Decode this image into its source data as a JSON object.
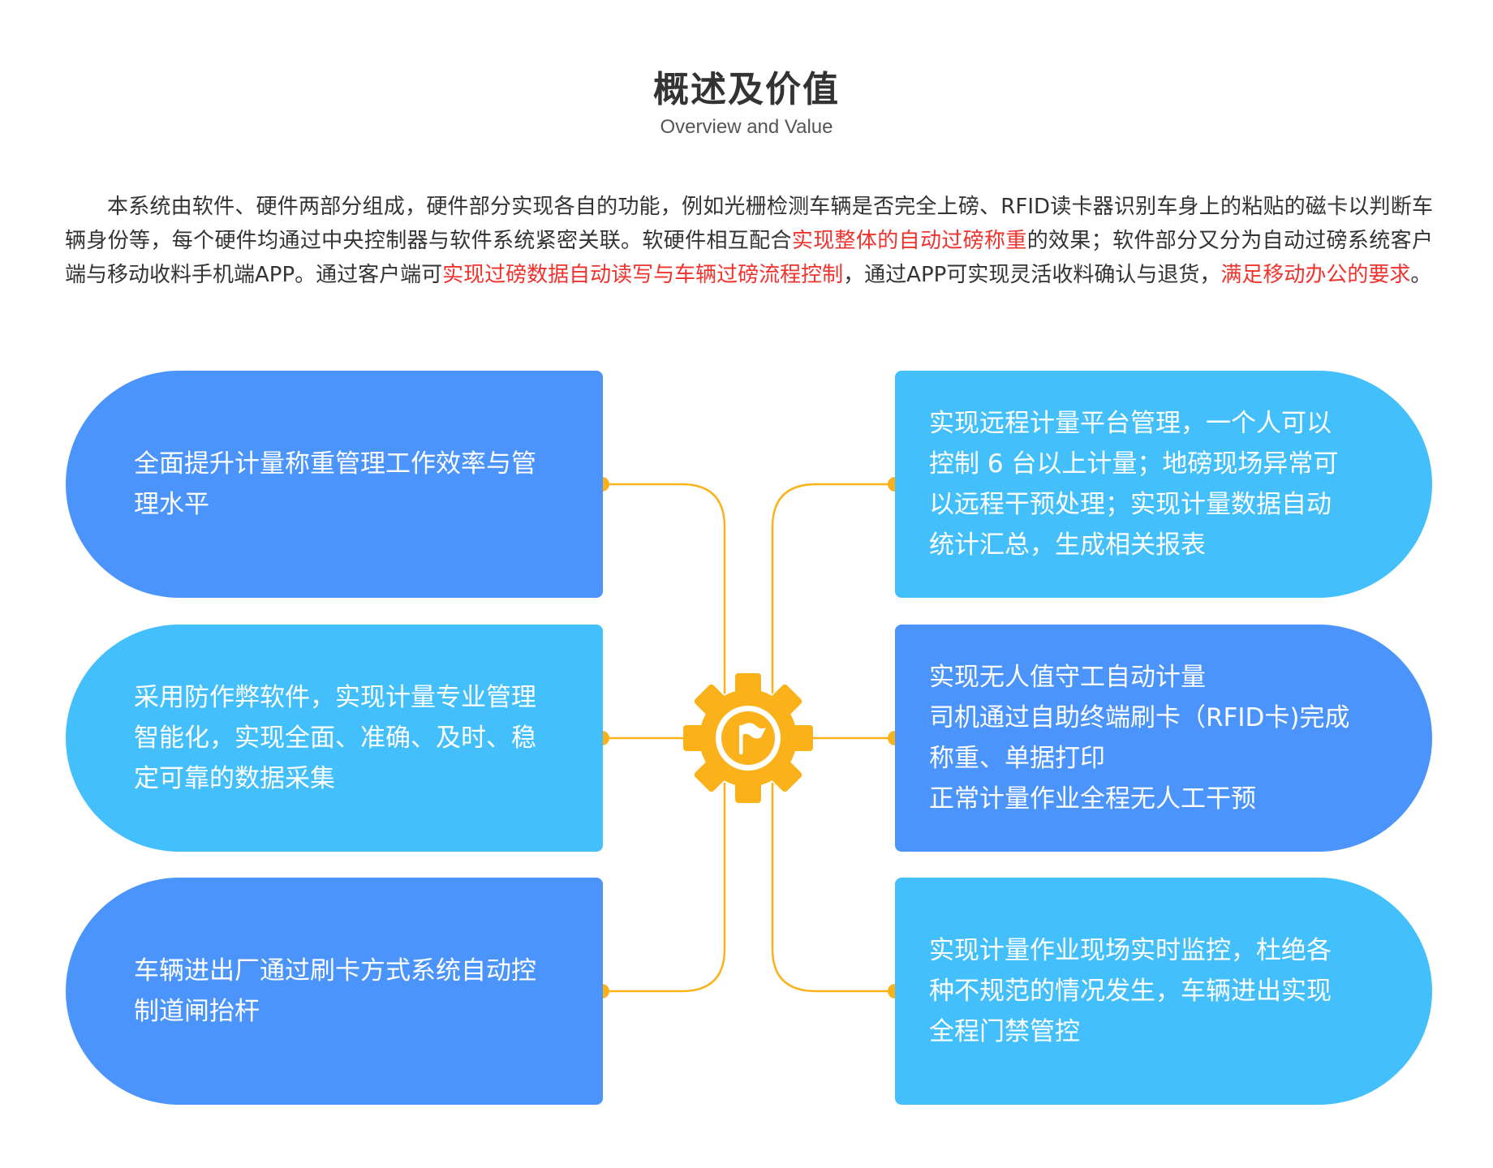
{
  "header": {
    "title": "概述及价值",
    "subtitle": "Overview and Value"
  },
  "intro": {
    "part1": "本系统由软件、硬件两部分组成，硬件部分实现各自的功能，例如光栅检测车辆是否完全上磅、RFID读卡器识别车身上的粘贴的磁卡以判断车辆身份等，每个硬件均通过中央控制器与软件系统紧密关联。软硬件相互配合",
    "highlight1": "实现整体的自动过磅称重",
    "part2": "的效果；软件部分又分为自动过磅系统客户端与移动收料手机端APP。通过客户端可",
    "highlight2": "实现过磅数据自动读写与车辆过磅流程控制",
    "part3": "，通过APP可实现灵活收料确认与退货，",
    "highlight3": "满足移动办公的要求",
    "part4": "。"
  },
  "colors": {
    "blue": "#4a94fc",
    "cyan": "#43c0fc",
    "connector": "#fbb21a",
    "highlight": "#f0322d"
  },
  "center": {
    "icon": "flag-gear-icon"
  },
  "cards": {
    "left_top": {
      "lines": [
        "全面提升计量称重管理工作效率与管",
        "理水平"
      ]
    },
    "left_middle": {
      "lines": [
        "采用防作弊软件，实现计量专业管理",
        "智能化，实现全面、准确、及时、稳",
        "定可靠的数据采集"
      ]
    },
    "left_bottom": {
      "lines": [
        "车辆进出厂通过刷卡方式系统自动控",
        "制道闸抬杆"
      ]
    },
    "right_top": {
      "lines": [
        "实现远程计量平台管理，一个人可以",
        "控制 6 台以上计量；地磅现场异常可",
        "以远程干预处理；实现计量数据自动",
        "统计汇总，生成相关报表"
      ]
    },
    "right_middle": {
      "lines": [
        "实现无人值守工自动计量",
        "司机通过自助终端刷卡（RFID卡)完成",
        "称重、单据打印",
        "正常计量作业全程无人工干预"
      ]
    },
    "right_bottom": {
      "lines": [
        "实现计量作业现场实时监控，杜绝各",
        "种不规范的情况发生，车辆进出实现",
        "全程门禁管控"
      ]
    }
  }
}
